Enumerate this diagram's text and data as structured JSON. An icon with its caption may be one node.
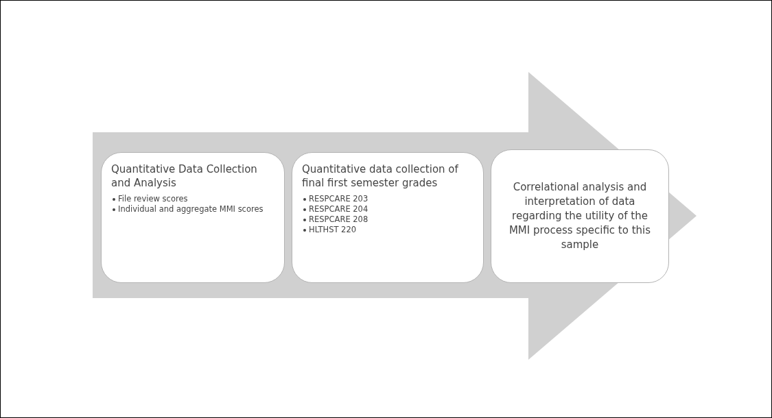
{
  "diagram": {
    "nodes": [
      {
        "text": [
          "Quantitative Data Collection and Analysis",
          "File review scores",
          "Individual and aggregate MMI scores"
        ]
      },
      {
        "text": [
          "Quantitative data collection of final first semester grades",
          "RESPCARE 203",
          "RESPCARE 204",
          "RESPCARE 208",
          "HLTHST 220"
        ]
      },
      {
        "text": [
          "Correlational analysis and interpretation of data regarding the utility of the MMI process specific to this sample"
        ]
      }
    ]
  }
}
